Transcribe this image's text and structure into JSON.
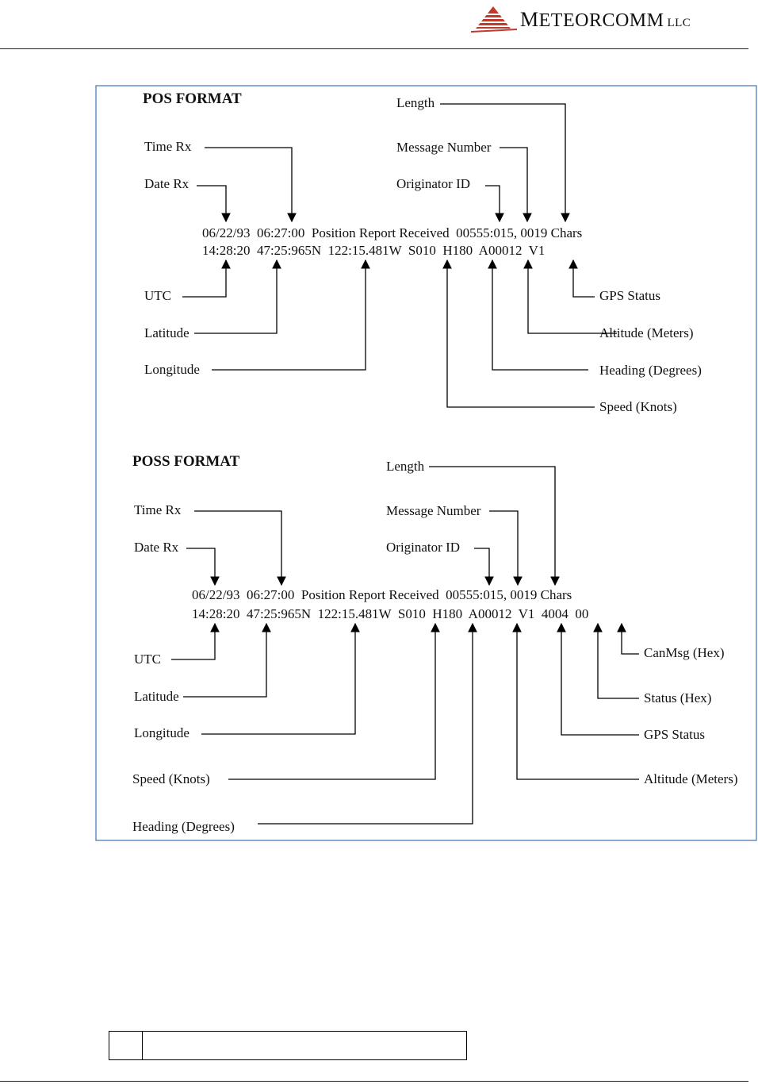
{
  "header": {
    "brand_initial": "M",
    "brand_rest": "ETEORCOMM",
    "brand_suffix": "LLC"
  },
  "pos": {
    "title": "POS FORMAT",
    "labels": {
      "length": "Length",
      "time_rx": "Time Rx",
      "message_number": "Message Number",
      "date_rx": "Date Rx",
      "originator_id": "Originator ID",
      "utc": "UTC",
      "gps_status": "GPS Status",
      "latitude": "Latitude",
      "altitude": "Altitude (Meters)",
      "longitude": "Longitude",
      "heading": "Heading (Degrees)",
      "speed": "Speed (Knots)"
    },
    "line1": "06/22/93  06:27:00  Position Report Received  00555:015, 0019 Chars",
    "line2": "14:28:20  47:25:965N  122:15.481W  S010  H180  A00012  V1"
  },
  "poss": {
    "title": "POSS FORMAT",
    "labels": {
      "length": "Length",
      "time_rx": "Time Rx",
      "message_number": "Message Number",
      "date_rx": "Date Rx",
      "originator_id": "Originator ID",
      "utc": "UTC",
      "canmsg": "CanMsg (Hex)",
      "latitude": "Latitude",
      "status_hex": "Status (Hex)",
      "longitude": "Longitude",
      "gps_status": "GPS Status",
      "speed": "Speed (Knots)",
      "altitude": "Altitude (Meters)",
      "heading": "Heading (Degrees)"
    },
    "line1": "06/22/93  06:27:00  Position Report Received  00555:015, 0019 Chars",
    "line2": "14:28:20  47:25:965N  122:15.481W  S010  H180  A00012  V1  4004  00"
  }
}
